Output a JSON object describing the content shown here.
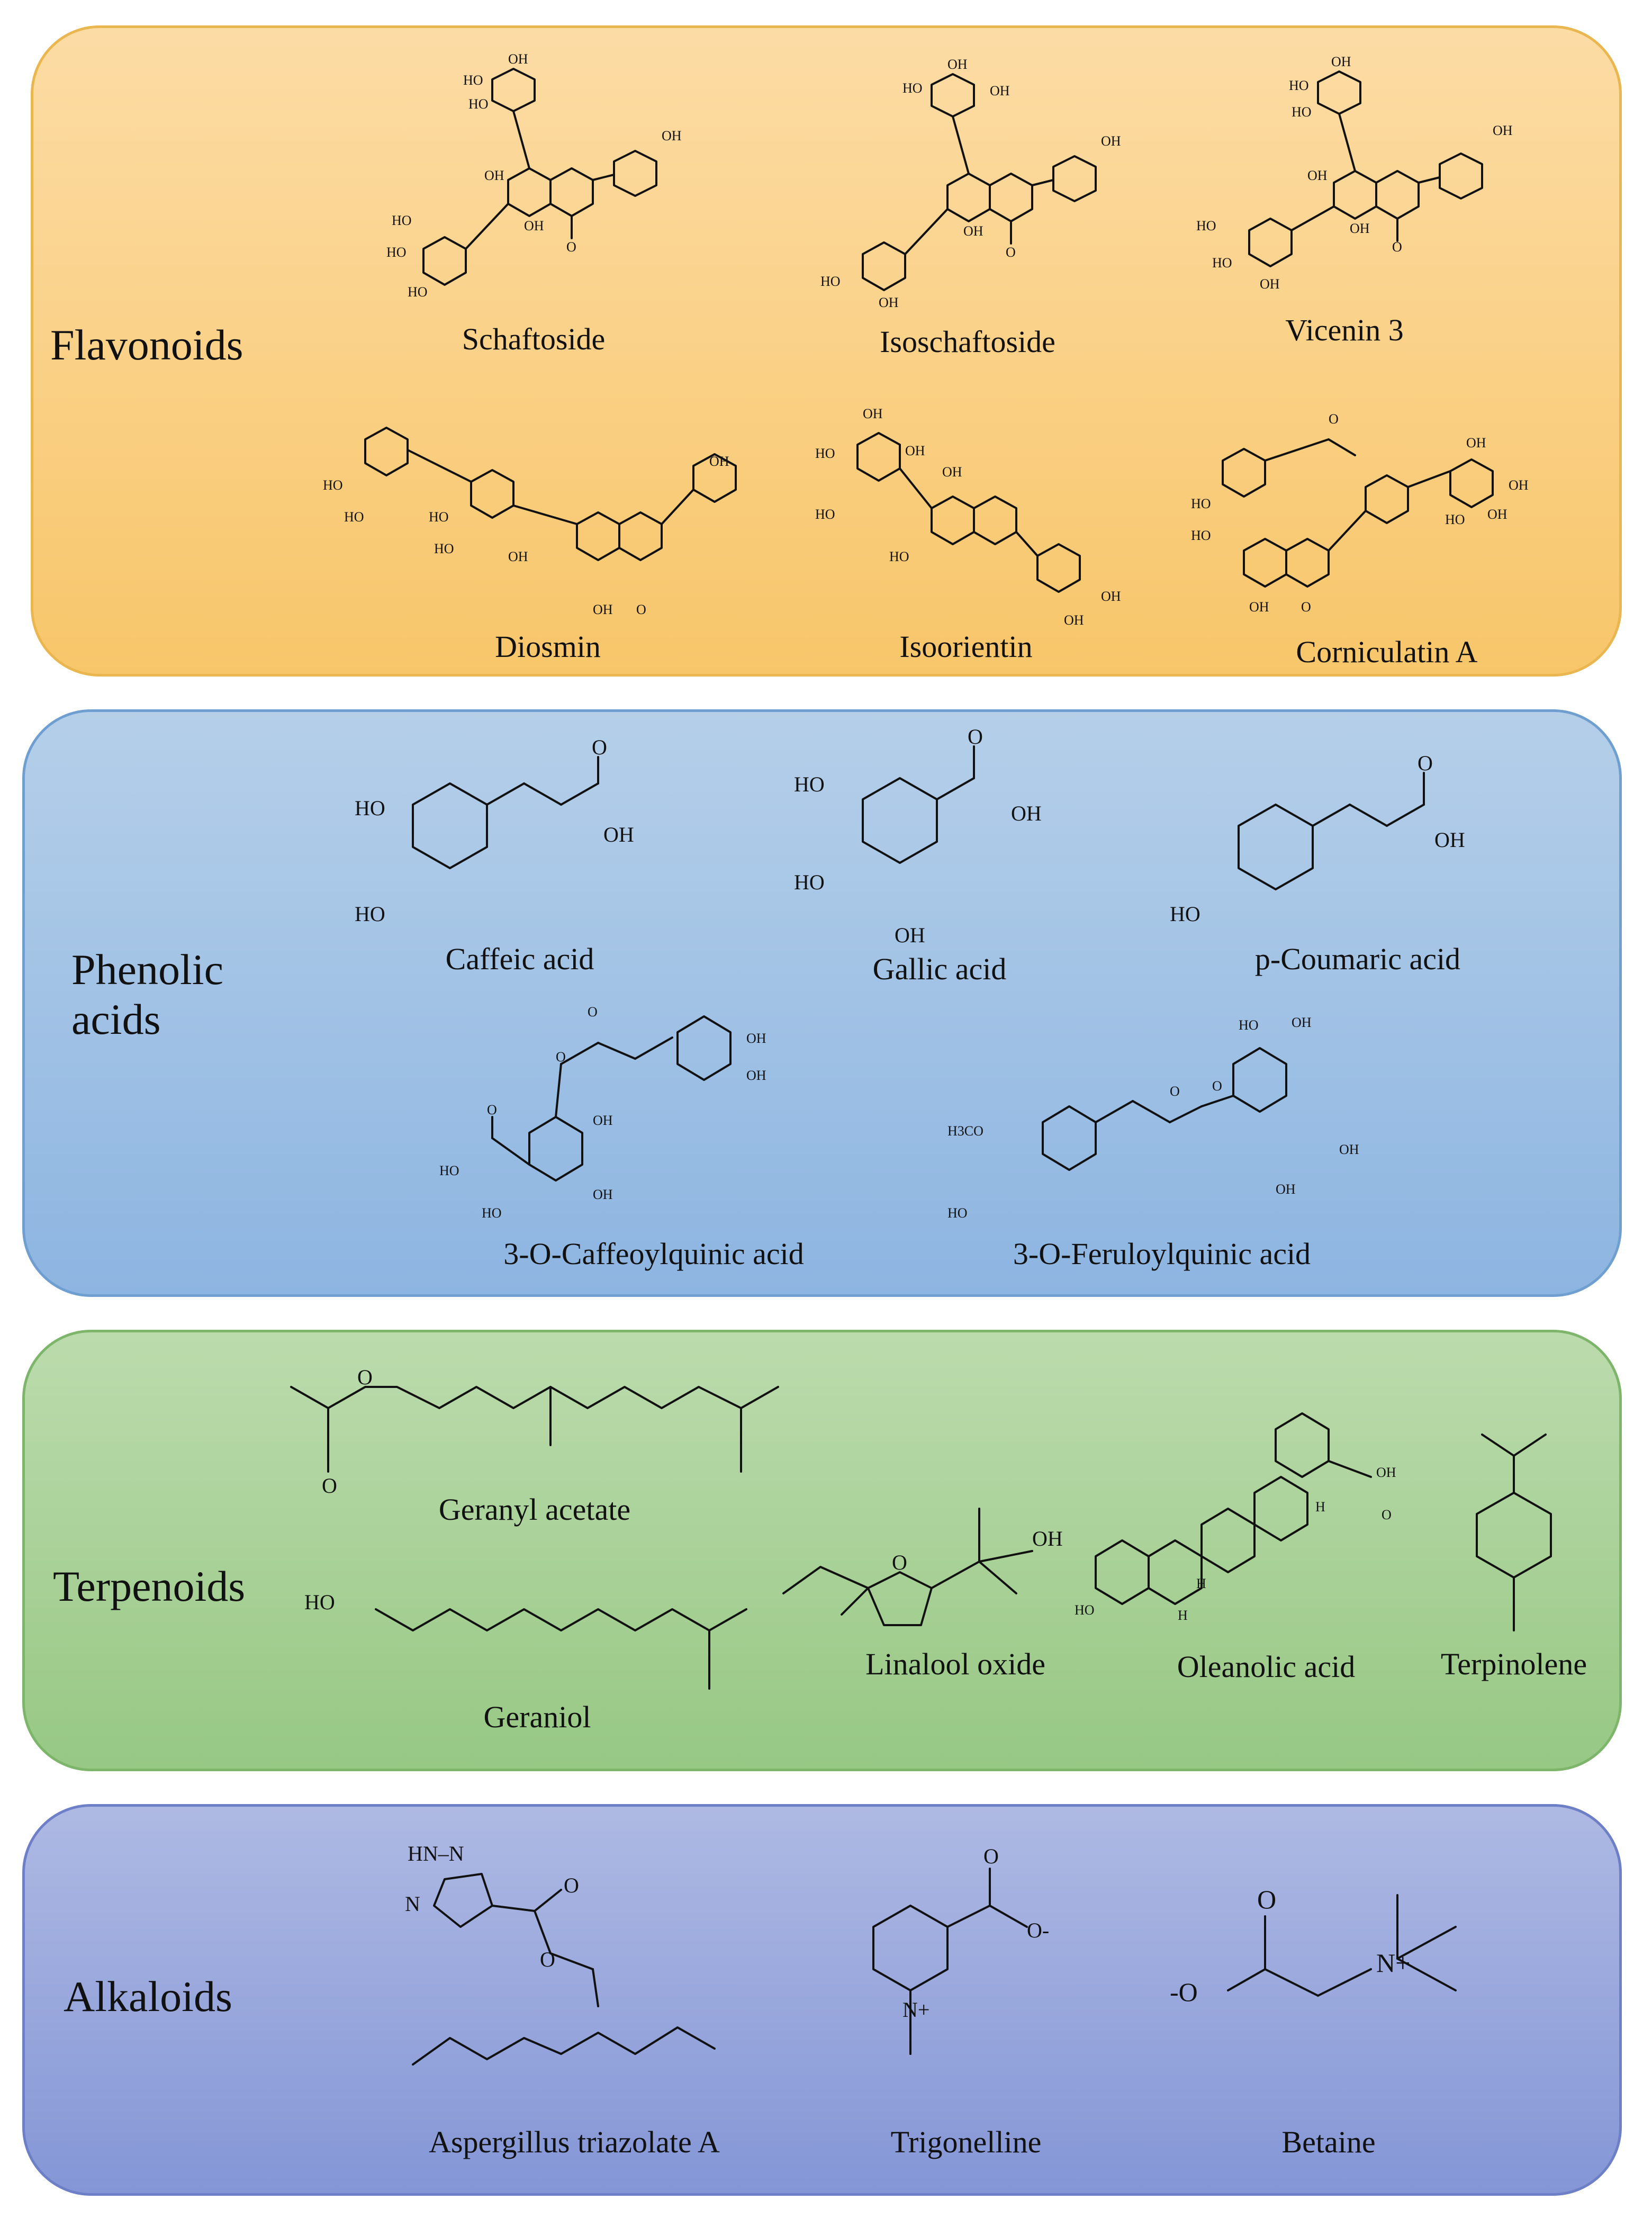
{
  "figure": {
    "classes": [
      {
        "label": "Flavonoids",
        "compounds": [
          "Schaftoside",
          "Isoschaftoside",
          "Vicenin 3",
          "Diosmin",
          "Isoorientin",
          "Corniculatin A"
        ]
      },
      {
        "label": "Phenolic\nacids",
        "compounds": [
          "Caffeic acid",
          "Gallic acid",
          "p-Coumaric acid",
          "3-O-Caffeoylquinic acid",
          "3-O-Feruloylquinic acid"
        ]
      },
      {
        "label": "Terpenoids",
        "compounds": [
          "Geranyl acetate",
          "Geraniol",
          "Linalool oxide",
          "Oleanolic acid",
          "Terpinolene"
        ]
      },
      {
        "label": "Alkaloids",
        "compounds": [
          "Aspergillus triazolate A",
          "Trigonelline",
          "Betaine"
        ]
      }
    ],
    "atom_labels": {
      "oh": "OH",
      "ho": "HO",
      "o": "O",
      "h": "H",
      "h3co": "H3CO",
      "hn_n": "HN–N",
      "n": "N",
      "n_plus": "N+",
      "o_minus": "-O",
      "o_minus_r": "O-"
    }
  }
}
